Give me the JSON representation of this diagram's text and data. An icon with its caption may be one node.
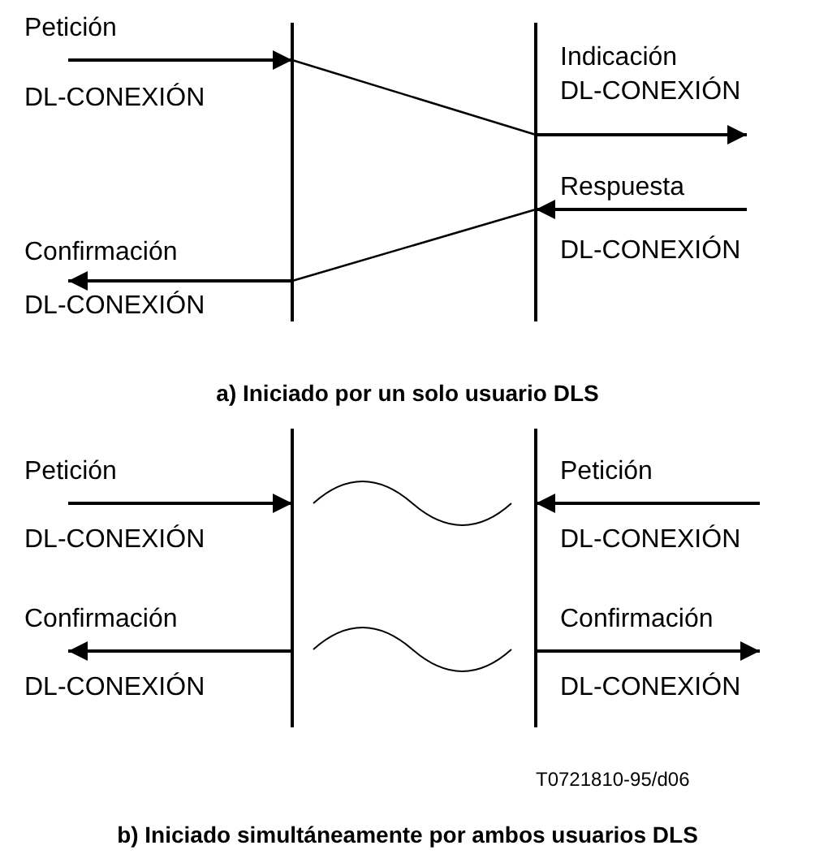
{
  "diagram": {
    "nodes": [
      {
        "text": [
          "Petición",
          "DL-CONEXIÓN"
        ]
      },
      {
        "text": [],
        "shape": "bar"
      },
      {
        "text": [],
        "shape": "bar"
      },
      {
        "text": [
          "Indicación",
          "DL-CONEXIÓN"
        ]
      },
      {
        "text": [
          "Respuesta",
          "DL-CONEXIÓN"
        ]
      },
      {
        "text": [
          "Confirmación",
          "DL-CONEXIÓN"
        ]
      },
      {
        "text": [
          "Petición",
          "DL-CONEXIÓN"
        ]
      },
      {
        "text": [],
        "shape": "bar"
      },
      {
        "text": [],
        "shape": "bar"
      },
      {
        "text": [
          "Petición",
          "DL-CONEXIÓN"
        ]
      },
      {
        "text": [
          "Confirmación",
          "DL-CONEXIÓN"
        ]
      },
      {
        "text": [
          "Confirmación",
          "DL-CONEXIÓN"
        ]
      }
    ],
    "edges": [
      {
        "from": 0,
        "to": 1,
        "arrow": "to"
      },
      {
        "from": 1,
        "to": 2,
        "arrow": "none"
      },
      {
        "from": 2,
        "to": 3,
        "arrow": "to"
      },
      {
        "from": 4,
        "to": 2,
        "arrow": "to"
      },
      {
        "from": 2,
        "to": 1,
        "arrow": "none"
      },
      {
        "from": 1,
        "to": 5,
        "arrow": "to"
      },
      {
        "from": 6,
        "to": 7,
        "arrow": "to"
      },
      {
        "from": 9,
        "to": 8,
        "arrow": "to"
      },
      {
        "from": 7,
        "to": 10,
        "arrow": "to"
      },
      {
        "from": 8,
        "to": 11,
        "arrow": "to"
      }
    ],
    "labels": [
      "a) Iniciado por un solo usuario DLS",
      "T0721810-95/d06",
      "b) Iniciado simultáneamente por ambos usuarios DLS"
    ]
  }
}
